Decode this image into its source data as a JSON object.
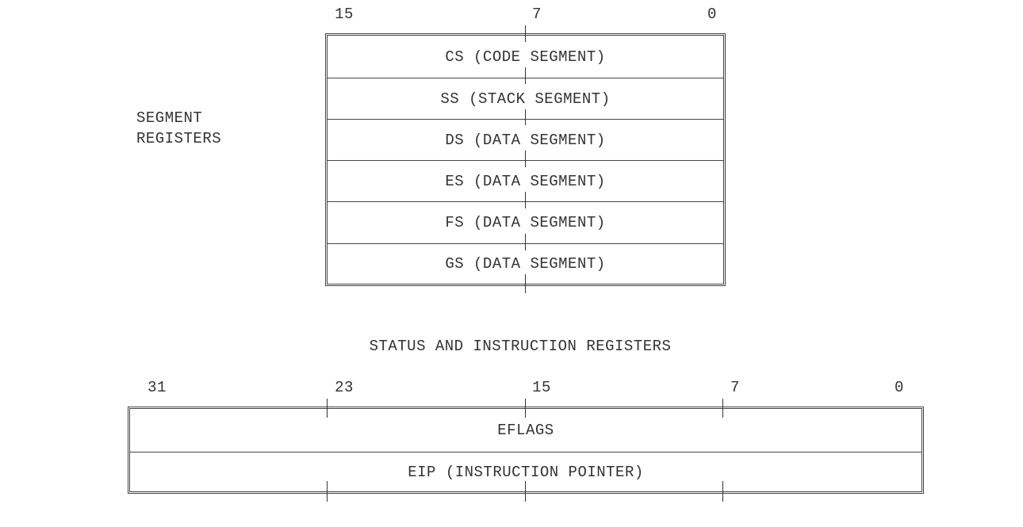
{
  "segment_section": {
    "label_line1": "SEGMENT",
    "label_line2": "REGISTERS",
    "bit_labels": {
      "high": "15",
      "mid": "7",
      "low": "0"
    },
    "registers": [
      {
        "text": "CS (CODE SEGMENT)"
      },
      {
        "text": "SS (STACK SEGMENT)"
      },
      {
        "text": "DS (DATA SEGMENT)"
      },
      {
        "text": "ES (DATA SEGMENT)"
      },
      {
        "text": "FS (DATA SEGMENT)"
      },
      {
        "text": "GS (DATA SEGMENT)"
      }
    ]
  },
  "status_section": {
    "heading": "STATUS AND INSTRUCTION REGISTERS",
    "bit_labels": {
      "b31": "31",
      "b23": "23",
      "b15": "15",
      "b7": "7",
      "b0": "0"
    },
    "registers": [
      {
        "text": "EFLAGS"
      },
      {
        "text": "EIP (INSTRUCTION POINTER)"
      }
    ]
  }
}
